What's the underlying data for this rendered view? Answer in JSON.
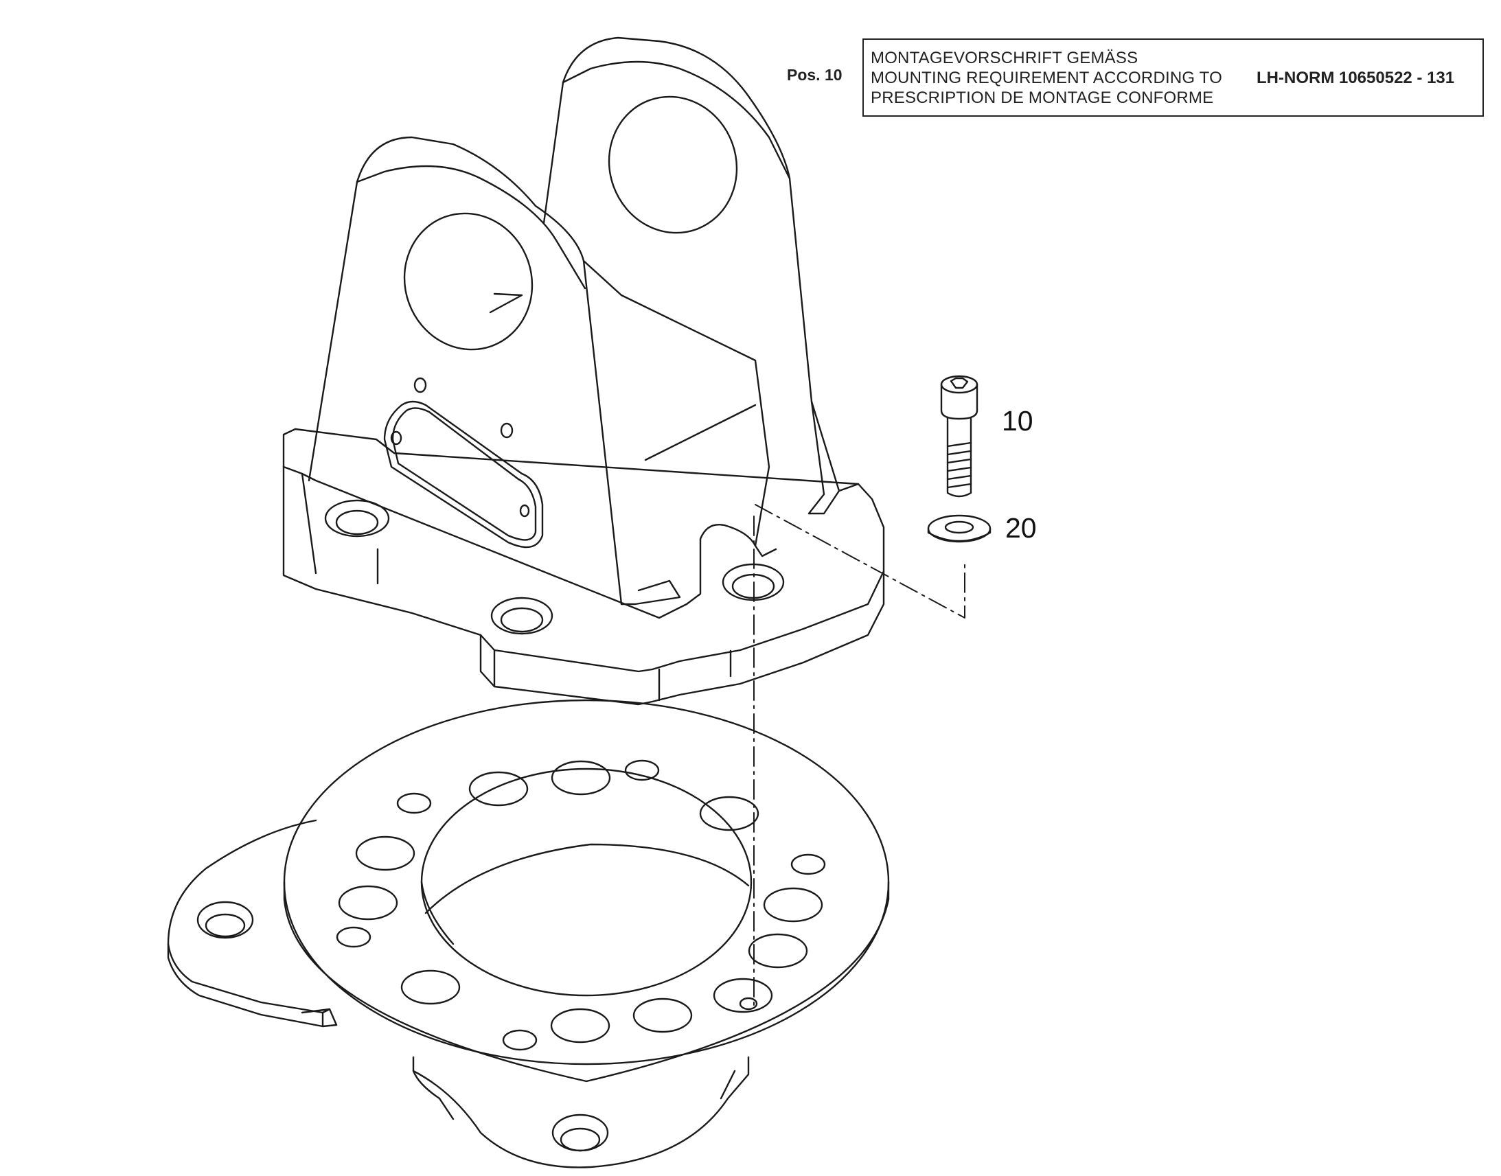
{
  "note": {
    "pos_label": "Pos. 10",
    "lines": [
      "MONTAGEVORSCHRIFT GEMÄSS",
      "MOUNTING REQUIREMENT ACCORDING TO",
      "PRESCRIPTION DE MONTAGE CONFORME"
    ],
    "norm": "LH-NORM 10650522 - 131"
  },
  "callouts": {
    "bolt": "10",
    "washer": "20"
  },
  "colors": {
    "line": "#1a1a1a",
    "background": "#ffffff"
  }
}
